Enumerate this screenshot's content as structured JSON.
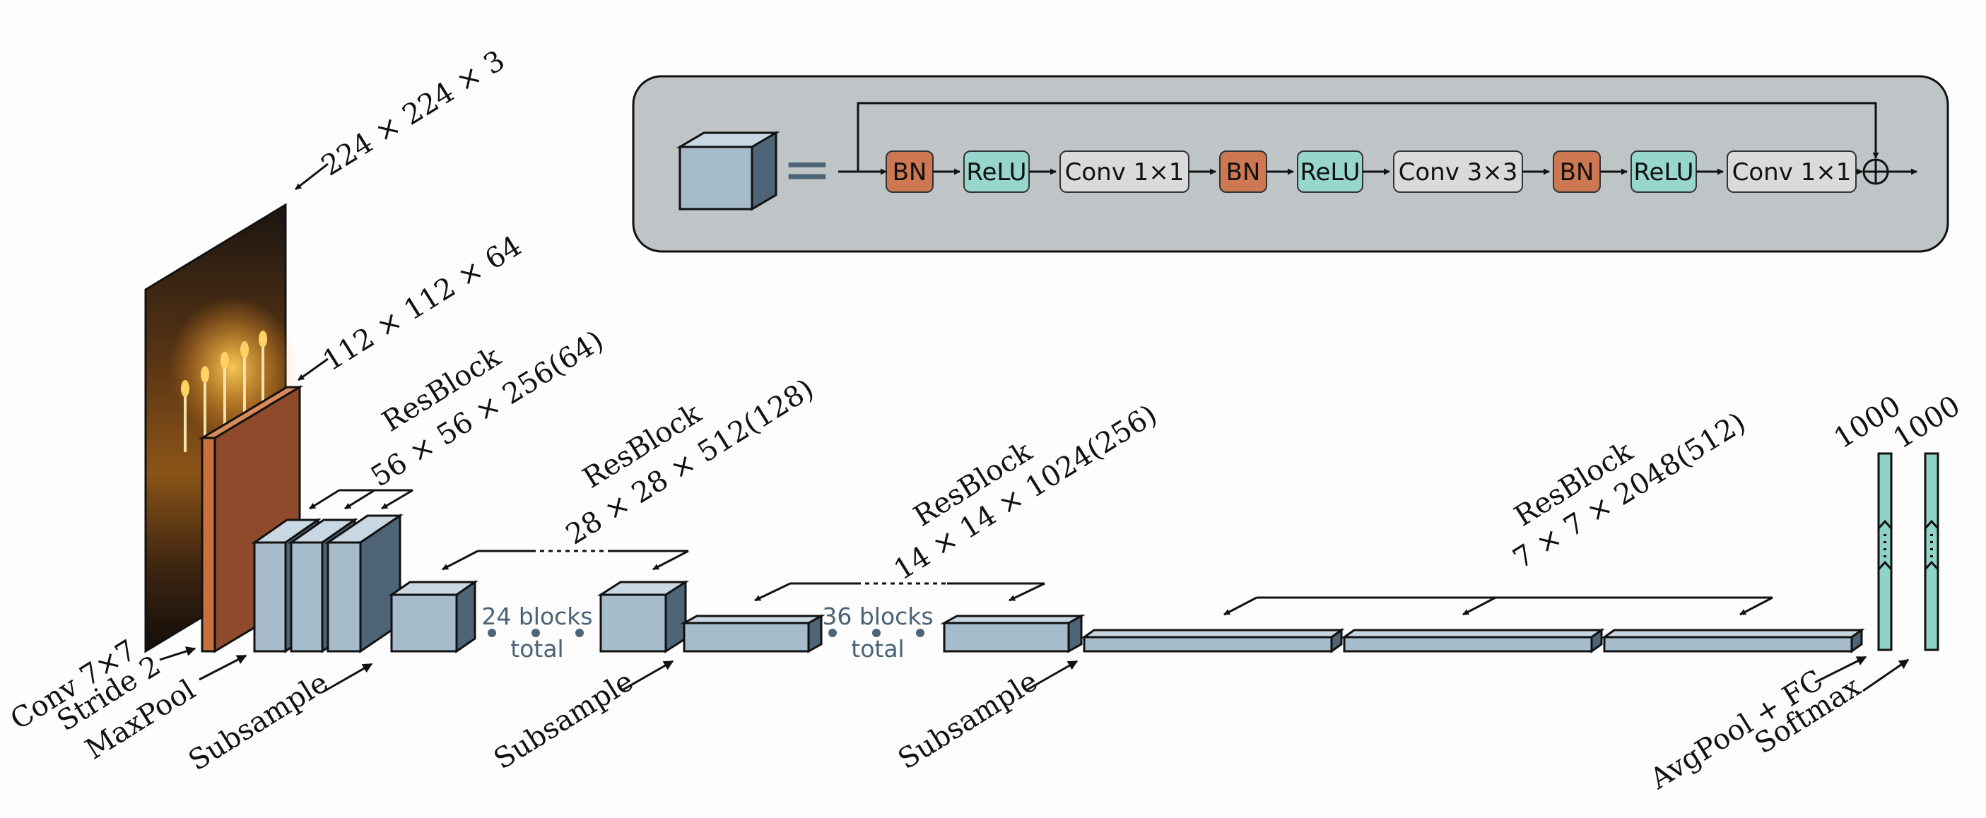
{
  "colors": {
    "block_front": "#a7bccb",
    "block_top": "#c9d7e2",
    "block_side": "#4d6577",
    "bn": "#cd7852",
    "relu": "#96d6cc",
    "conv": "#dadada",
    "panel": "#bfc4c6",
    "fc": "#8fd3c7",
    "conv_layer": "#c9703d",
    "ellipsis_text": "#4a6275"
  },
  "legend": {
    "equals": "=",
    "nodes": [
      {
        "kind": "bn",
        "label": "BN"
      },
      {
        "kind": "relu",
        "label": "ReLU"
      },
      {
        "kind": "conv",
        "label": "Conv 1×1"
      },
      {
        "kind": "bn",
        "label": "BN"
      },
      {
        "kind": "relu",
        "label": "ReLU"
      },
      {
        "kind": "conv",
        "label": "Conv 3×3"
      },
      {
        "kind": "bn",
        "label": "BN"
      },
      {
        "kind": "relu",
        "label": "ReLU"
      },
      {
        "kind": "conv",
        "label": "Conv 1×1"
      }
    ],
    "add_symbol": "+"
  },
  "input": {
    "shape": "224 × 224 × 3"
  },
  "conv1": {
    "shape": "112 × 112 × 64",
    "label_line1": "Conv 7×7",
    "label_line2": "Stride 2"
  },
  "maxpool": {
    "label": "MaxPool"
  },
  "stages": [
    {
      "label_line1": "ResBlock",
      "label_line2": "56 × 56 × 256(64)"
    },
    {
      "label_line1": "ResBlock",
      "label_line2": "28 × 28 × 512(128)"
    },
    {
      "label_line1": "ResBlock",
      "label_line2": "14 × 14 × 1024(256)"
    },
    {
      "label_line1": "ResBlock",
      "label_line2": "7 × 7 × 2048(512)"
    }
  ],
  "subsample_label": "Subsample",
  "ellipses": [
    {
      "line1": "24 blocks",
      "line2": "total"
    },
    {
      "line1": "36 blocks",
      "line2": "total"
    }
  ],
  "head": {
    "fc_size": "1000",
    "softmax_size": "1000",
    "avgpool_label": "AvgPool + FC",
    "softmax_label": "Softmax"
  }
}
